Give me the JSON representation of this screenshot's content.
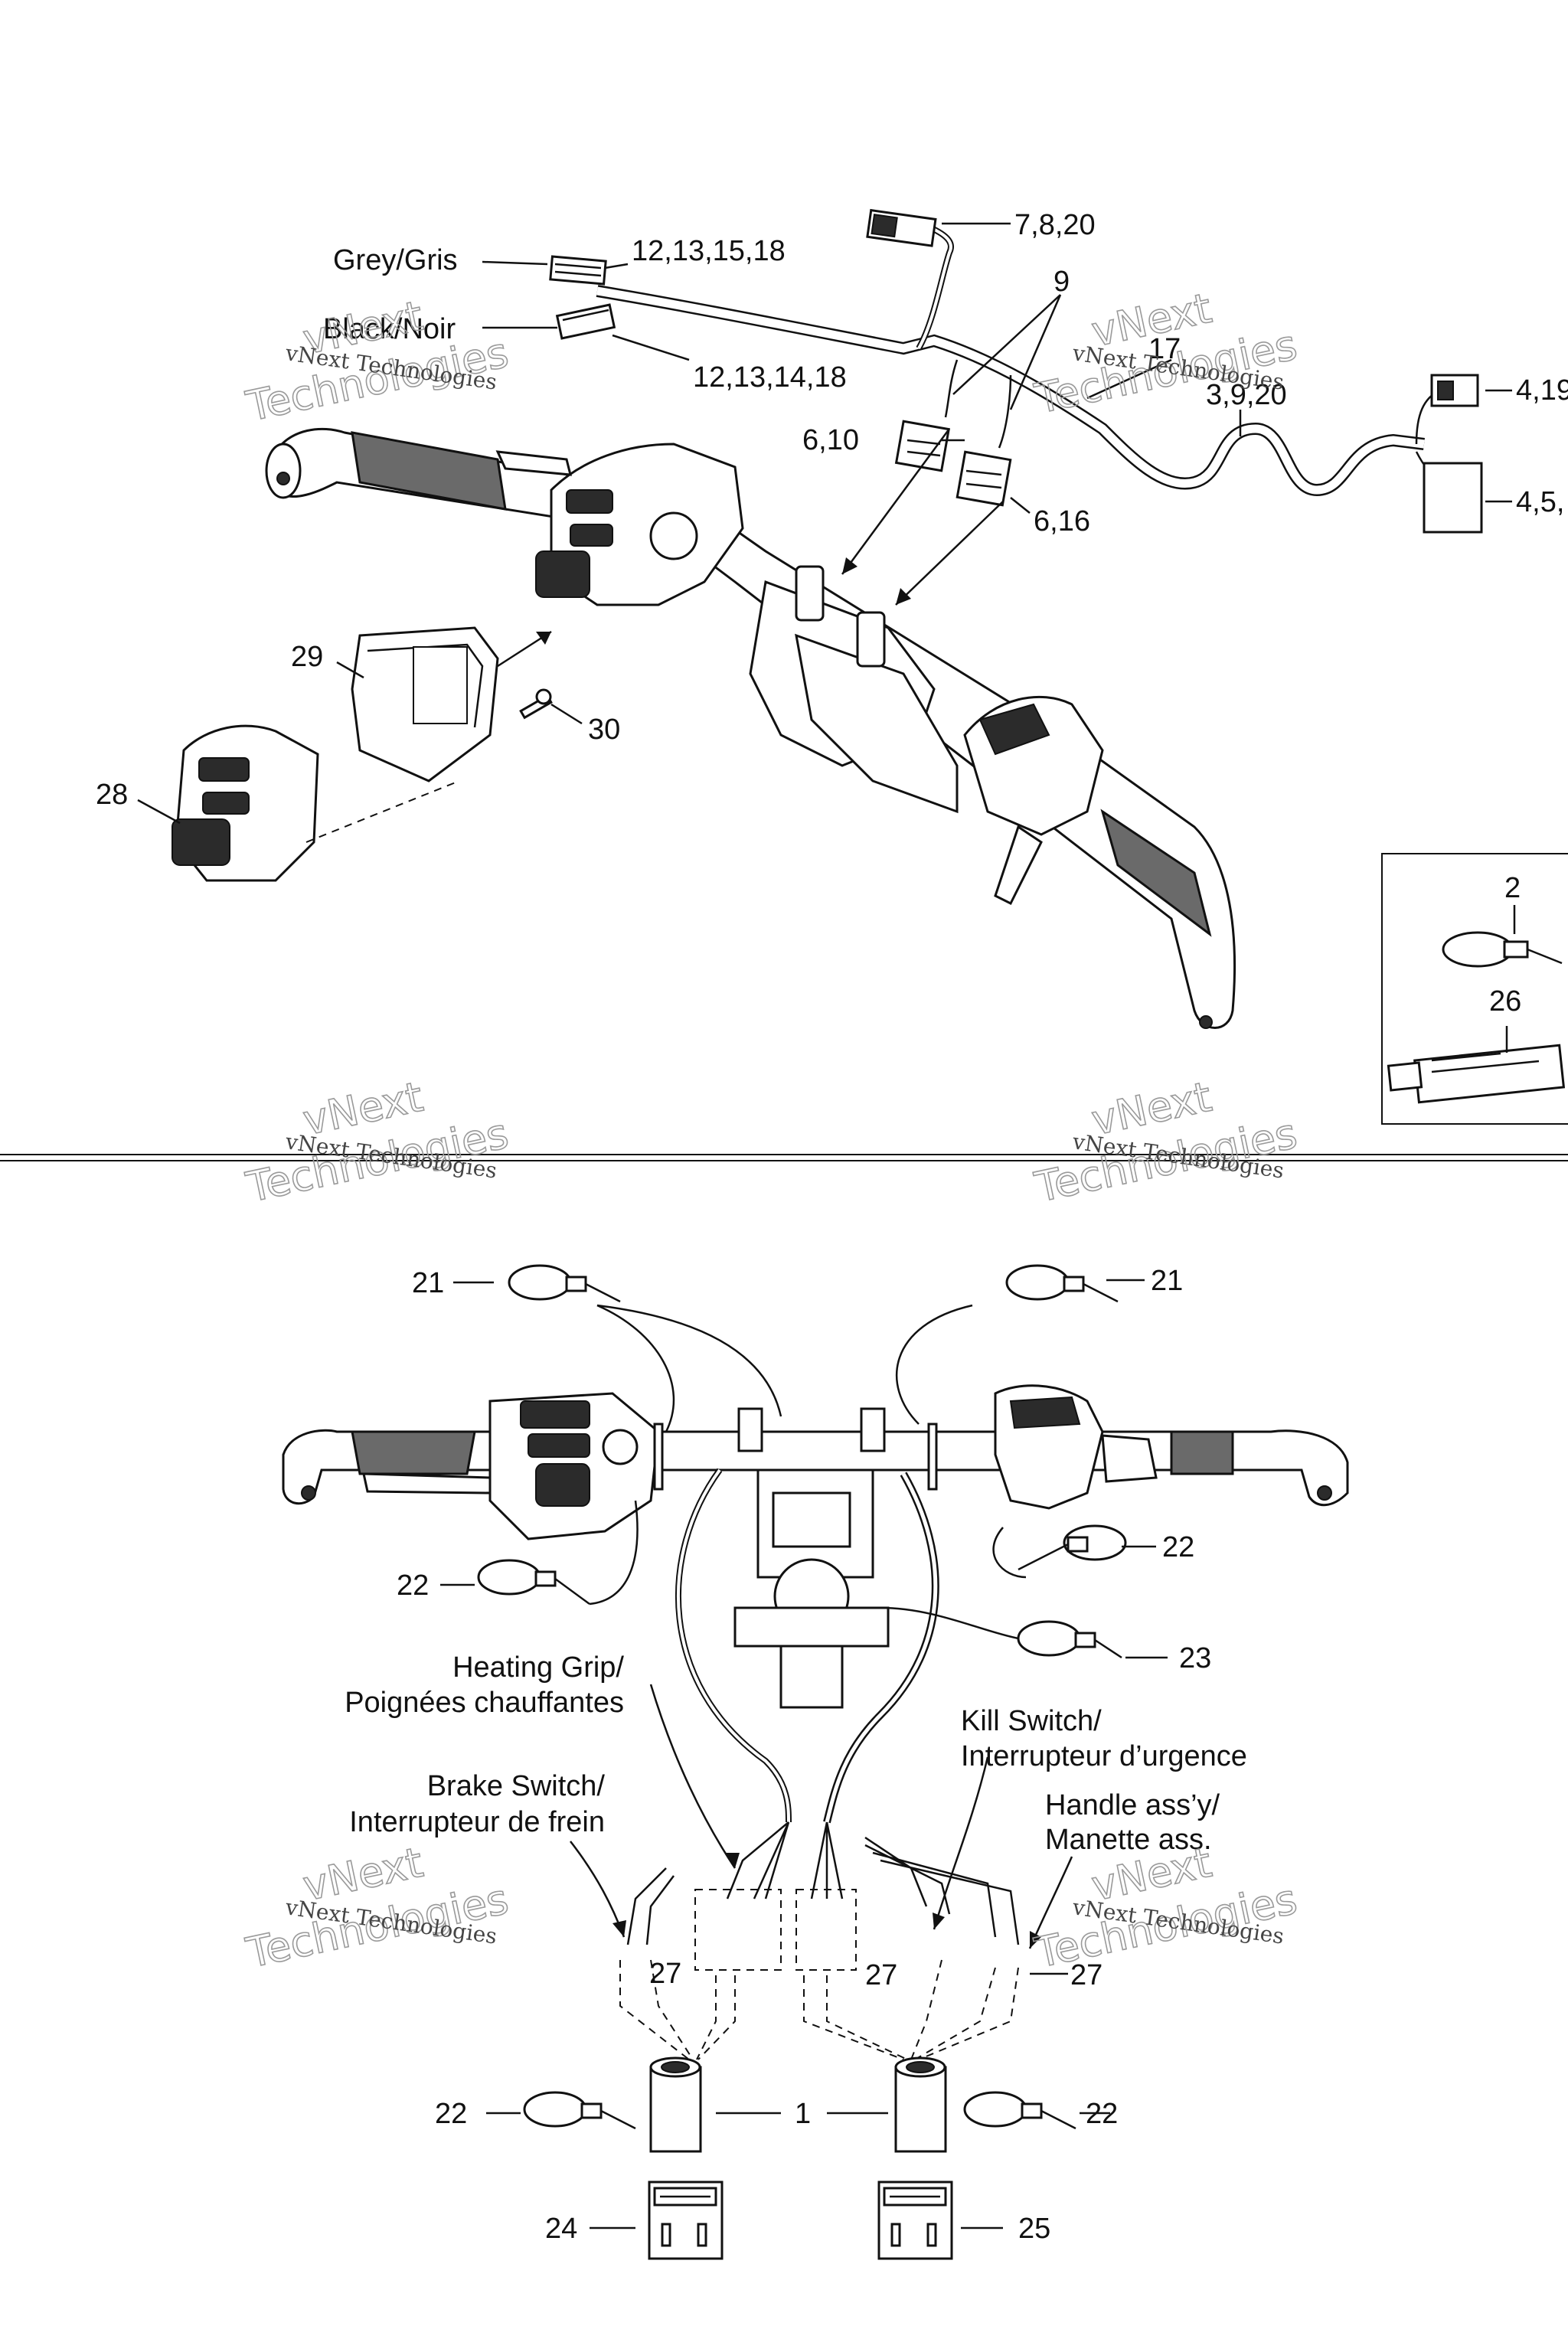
{
  "top_assembly": {
    "wire_labels": {
      "grey": "Grey/Gris",
      "black": "Black/Noir"
    },
    "callouts": {
      "c_7_8_20": "7,8,20",
      "c_12_13_15_18": "12,13,15,18",
      "c_12_13_14_18": "12,13,14,18",
      "c_9": "9",
      "c_17": "17",
      "c_3_9_20": "3,9,20",
      "c_4_19": "4,19",
      "c_4_5": "4,5,",
      "c_6_10": "6,10",
      "c_6_16": "6,16",
      "c_29": "29",
      "c_30": "30",
      "c_28": "28"
    }
  },
  "inset_box": {
    "callouts": {
      "c_2": "2",
      "c_26": "26"
    }
  },
  "bottom_assembly": {
    "text_labels": {
      "heating_grip_1": "Heating Grip/",
      "heating_grip_2": "Poignées chauffantes",
      "brake_switch_1": "Brake Switch/",
      "brake_switch_2": "Interrupteur de frein",
      "kill_switch_1": "Kill Switch/",
      "kill_switch_2": "Interrupteur d’urgence",
      "handle_1": "Handle ass’y/",
      "handle_2": "Manette ass."
    },
    "callouts": {
      "c_21_left": "21",
      "c_21_right": "21",
      "c_22_mid_right": "22",
      "c_22_mid_left": "22",
      "c_23": "23",
      "c_27_a": "27",
      "c_27_b": "27",
      "c_27_c": "27",
      "c_22_bottom_left": "22",
      "c_1": "1",
      "c_22_bottom_right": "22",
      "c_24": "24",
      "c_25": "25"
    }
  },
  "watermark": {
    "line1": "vNext Technologies",
    "line2a": "vNext",
    "line2b": "Technologies"
  }
}
